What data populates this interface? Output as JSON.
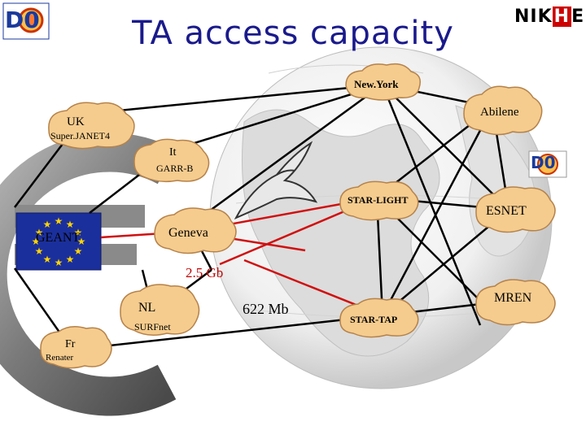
{
  "slide": {
    "title": "TA access capacity",
    "logo_right": {
      "pre": "NI",
      "mid": "K",
      "hl": "H",
      "post": "EF"
    },
    "logo_left": "D0",
    "logo_small": "D0"
  },
  "nodes": {
    "newyork": {
      "label": "New.York"
    },
    "abilene": {
      "label": "Abilene"
    },
    "uk": {
      "label": "UK",
      "sub": "Super.JANET4"
    },
    "it": {
      "label": "It",
      "sub": "GARR-B"
    },
    "starlight": {
      "label": "STAR-LIGHT"
    },
    "esnet": {
      "label": "ESNET"
    },
    "geneva": {
      "label": "Geneva"
    },
    "geant": {
      "label": "GEANT"
    },
    "nl": {
      "label": "NL",
      "sub": "SURFnet"
    },
    "startap": {
      "label": "STAR-TAP"
    },
    "mren": {
      "label": "MREN"
    },
    "fr": {
      "label": "Fr",
      "sub": "Renater"
    }
  },
  "links": {
    "capacity_25": "2.5 Gb",
    "capacity_622": "622 Mb"
  },
  "colors": {
    "title": "#1a1a8c",
    "cloud_fill": "#f5cc8e",
    "cloud_stroke": "#b5824a",
    "red_link": "#d01010",
    "black_link": "#000000",
    "eu_blue": "#1b2f9c",
    "eu_star": "#ffd400"
  }
}
